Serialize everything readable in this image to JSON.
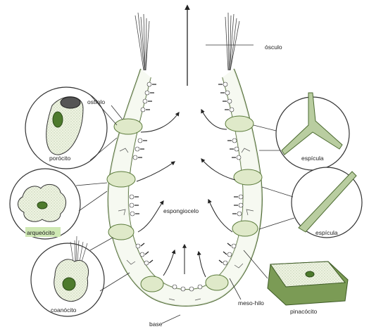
{
  "labels": {
    "osculo": "ósculo",
    "ostiolo": "ostíolo",
    "porocito": "porócito",
    "espicula_1": "espícula",
    "espicula_2": "espícula",
    "arqueocito": "arqueócito",
    "espongiocelo": "espongiocelo",
    "coanocito": "coanócito",
    "meso_hilo": "meso-hilo",
    "pinacocito": "pinacócito",
    "base": "base"
  },
  "colors": {
    "cell_green": "#dfe9c9",
    "cell_green_dark": "#98b06a",
    "nucleus": "#4d7a2c",
    "outline": "#3a3a3a",
    "wall_green": "#6f8f4a",
    "highlight": "#cfe8b4"
  }
}
